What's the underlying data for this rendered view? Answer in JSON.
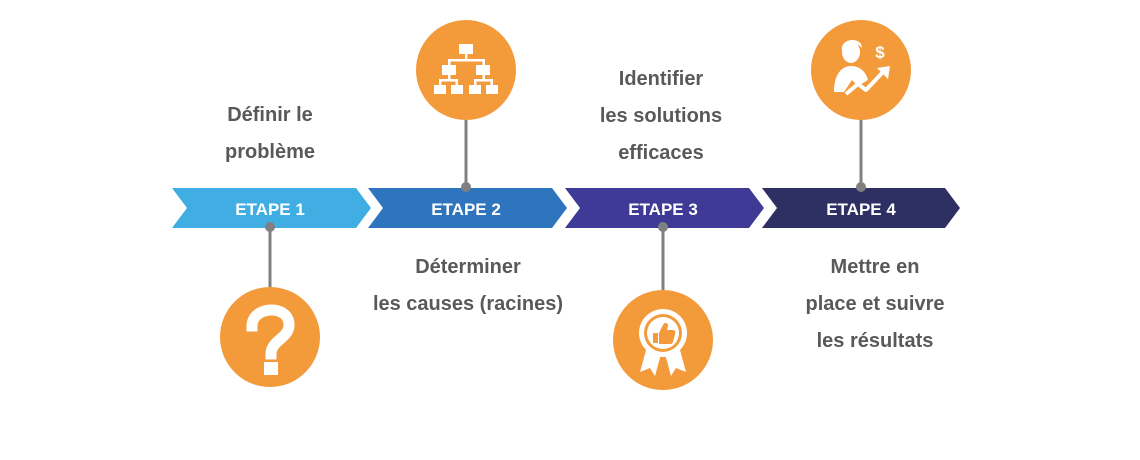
{
  "steps": [
    {
      "label": "ETAPE 1",
      "color": "#40AEE3",
      "icon": "question-mark-icon",
      "icon_position": "below",
      "description_lines": [
        "Définir le",
        "problème"
      ]
    },
    {
      "label": "ETAPE 2",
      "color": "#2F75BD",
      "icon": "hierarchy-org-chart-icon",
      "icon_position": "above",
      "description_lines": [
        "Déterminer",
        "les causes (racines)"
      ]
    },
    {
      "label": "ETAPE 3",
      "color": "#3F3A95",
      "icon": "award-thumbs-up-icon",
      "icon_position": "below",
      "description_lines": [
        "Identifier",
        "les solutions",
        "efficaces"
      ]
    },
    {
      "label": "ETAPE 4",
      "color": "#2E2F62",
      "icon": "person-growth-dollar-icon",
      "icon_position": "above",
      "description_lines": [
        "Mettre en",
        "place et suivre",
        "les résultats"
      ]
    }
  ],
  "icon_circle_color": "#F39A3A",
  "connector_color": "#808080"
}
